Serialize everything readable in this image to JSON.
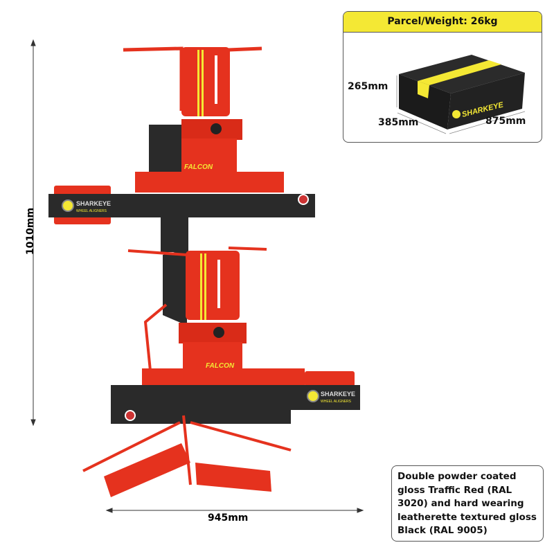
{
  "parcel": {
    "title": "Parcel/Weight: 26kg",
    "height": "265mm",
    "depth": "385mm",
    "length": "875mm",
    "box_logo": "SHARKEYE"
  },
  "product": {
    "height": "1010mm",
    "width": "945mm",
    "brand": "SHARKEYE",
    "brand_sub": "WHEEL ALIGNERS",
    "model": "FALCON"
  },
  "description": "Double powder coated gloss Traffic Red (RAL 3020) and hard wearing leatherette textured gloss Black (RAL 9005)",
  "colors": {
    "red": "#e5321e",
    "black": "#2a2a2a",
    "yellow": "#f4e834"
  }
}
